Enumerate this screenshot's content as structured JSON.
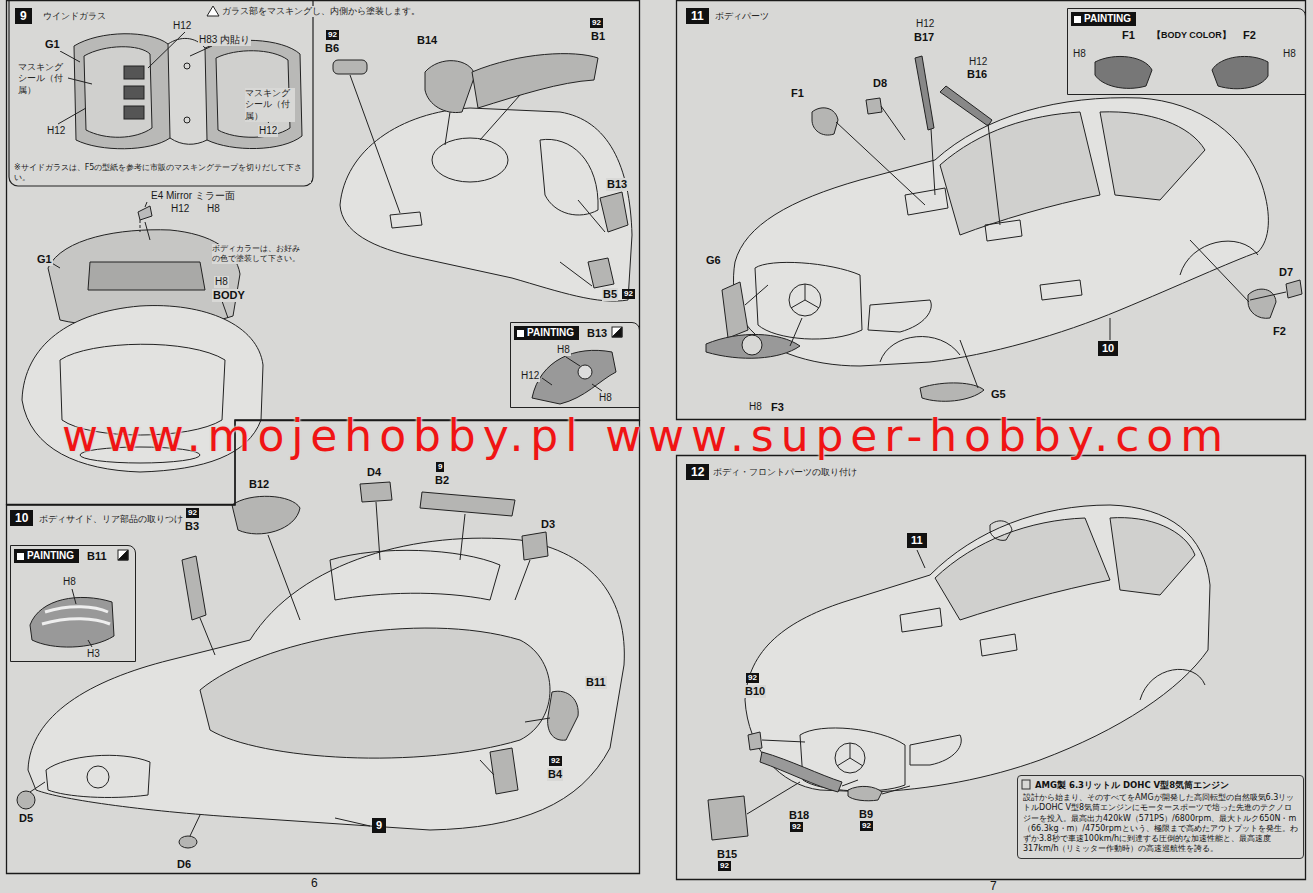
{
  "diagram": {
    "nodes": [
      {
        "text": [
          "9",
          "ウインドガラス"
        ]
      },
      {
        "text": [
          "PAINTING",
          "B13"
        ],
        "in": 0
      },
      {
        "text": [
          "10",
          "ボディサイド、リア部品の取りつけ"
        ]
      },
      {
        "text": [
          "PAINTING",
          "B11"
        ],
        "in": 2
      },
      {
        "text": [
          "11",
          "ボディパーツ"
        ]
      },
      {
        "text": [
          "PAINTING"
        ],
        "in": 4
      },
      {
        "text": [
          "12",
          "ボディ・フロントパーツの取り付け"
        ]
      },
      {
        "text": [
          "AMG製 6.3リットル DOHC V型8気筒エンジン",
          "設計から始まり、そのすべてをAMGが開発した高回転型の自然吸気6.3リットルDOHC V型8気筒エンジンにモータースポーツで培った先進のテクノロジーを投入。最高出力420kW（571PS）/6800rpm、最大トルク650N・m（66.3kg・m）/4750rpmという、極限まで高めたアウトプットを発生。わずか3.8秒で車速100km/hに到達する圧倒的な加速性能と、最高速度317km/h（リミッター作動時）の高速巡航性を誇る。"
        ],
        "in": 6
      }
    ],
    "labels": [
      "ガラス部をマスキングし、内側から塗装します。",
      "G1",
      "H12",
      "H83 内貼り",
      "マスキング シール（付属）",
      "マスキング シール（付属）",
      "H12",
      "H12",
      "※サイドガラスは、F5の型紙を参考に市販のマスキングテープを切りだして下さい。",
      "E4 Mirror ミラー面",
      "H12",
      "H8",
      "G1",
      "ボディカラーは、お好みの色で塗装して下さい。",
      "H8",
      "BODY",
      "92",
      "B6",
      "B14",
      "92",
      "B1",
      "B13",
      "B5",
      "92",
      "H8",
      "H12",
      "H8",
      "B12",
      "D4",
      "9",
      "B2",
      "92",
      "B3",
      "D3",
      "H8",
      "H3",
      "B11",
      "92",
      "B4",
      "D5",
      "9",
      "D6",
      "6",
      "H12",
      "B17",
      "F1",
      "【BODY COLOR】",
      "F2",
      "H8",
      "H8",
      "H12",
      "B16",
      "D8",
      "F1",
      "G6",
      "D7",
      "F2",
      "10",
      "G5",
      "H8",
      "F3",
      "11",
      "92",
      "B10",
      "B9",
      "92",
      "B18",
      "92",
      "B15",
      "92",
      "7",
      "www.mojehobby.pl www.super-hobby.com"
    ]
  }
}
